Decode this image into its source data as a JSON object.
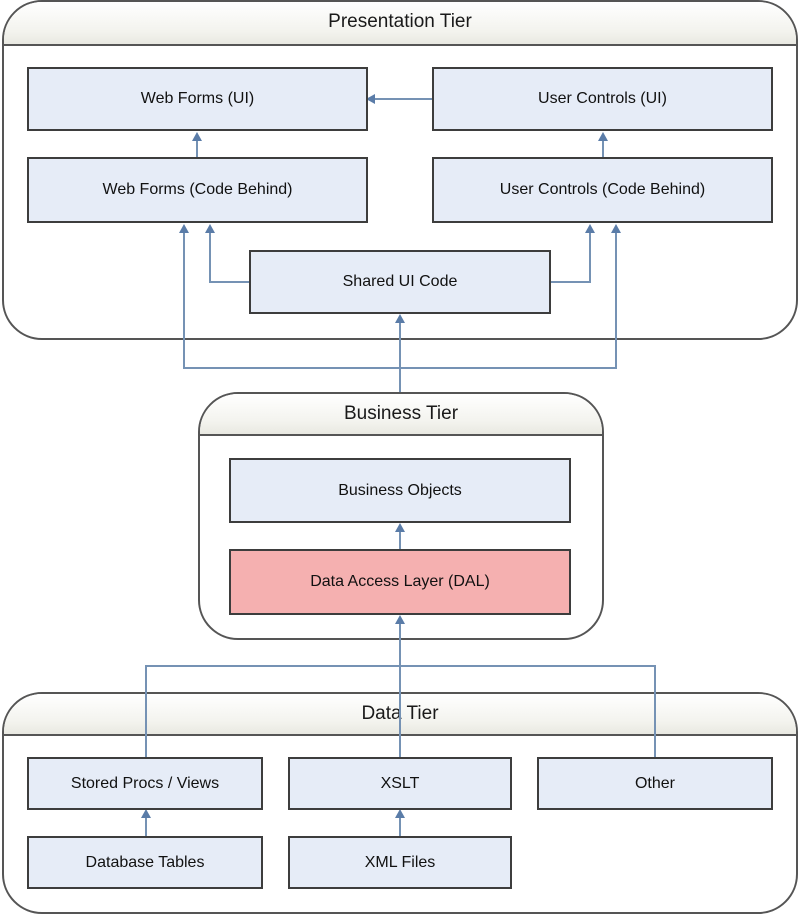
{
  "colors": {
    "box_fill": "#e6ecf7",
    "dal_fill": "#f5b0b0",
    "connector": "#7592b4",
    "tier_border": "#555555"
  },
  "presentation_tier": {
    "title": "Presentation Tier",
    "web_forms_ui": "Web Forms (UI)",
    "user_controls_ui": "User Controls (UI)",
    "web_forms_code_behind": "Web Forms (Code Behind)",
    "user_controls_code_behind": "User Controls (Code Behind)",
    "shared_ui_code": "Shared UI Code"
  },
  "business_tier": {
    "title": "Business Tier",
    "business_objects": "Business Objects",
    "data_access_layer": "Data Access Layer (DAL)"
  },
  "data_tier": {
    "title": "Data Tier",
    "stored_procs_views": "Stored Procs / Views",
    "xslt": "XSLT",
    "other": "Other",
    "database_tables": "Database Tables",
    "xml_files": "XML Files"
  }
}
